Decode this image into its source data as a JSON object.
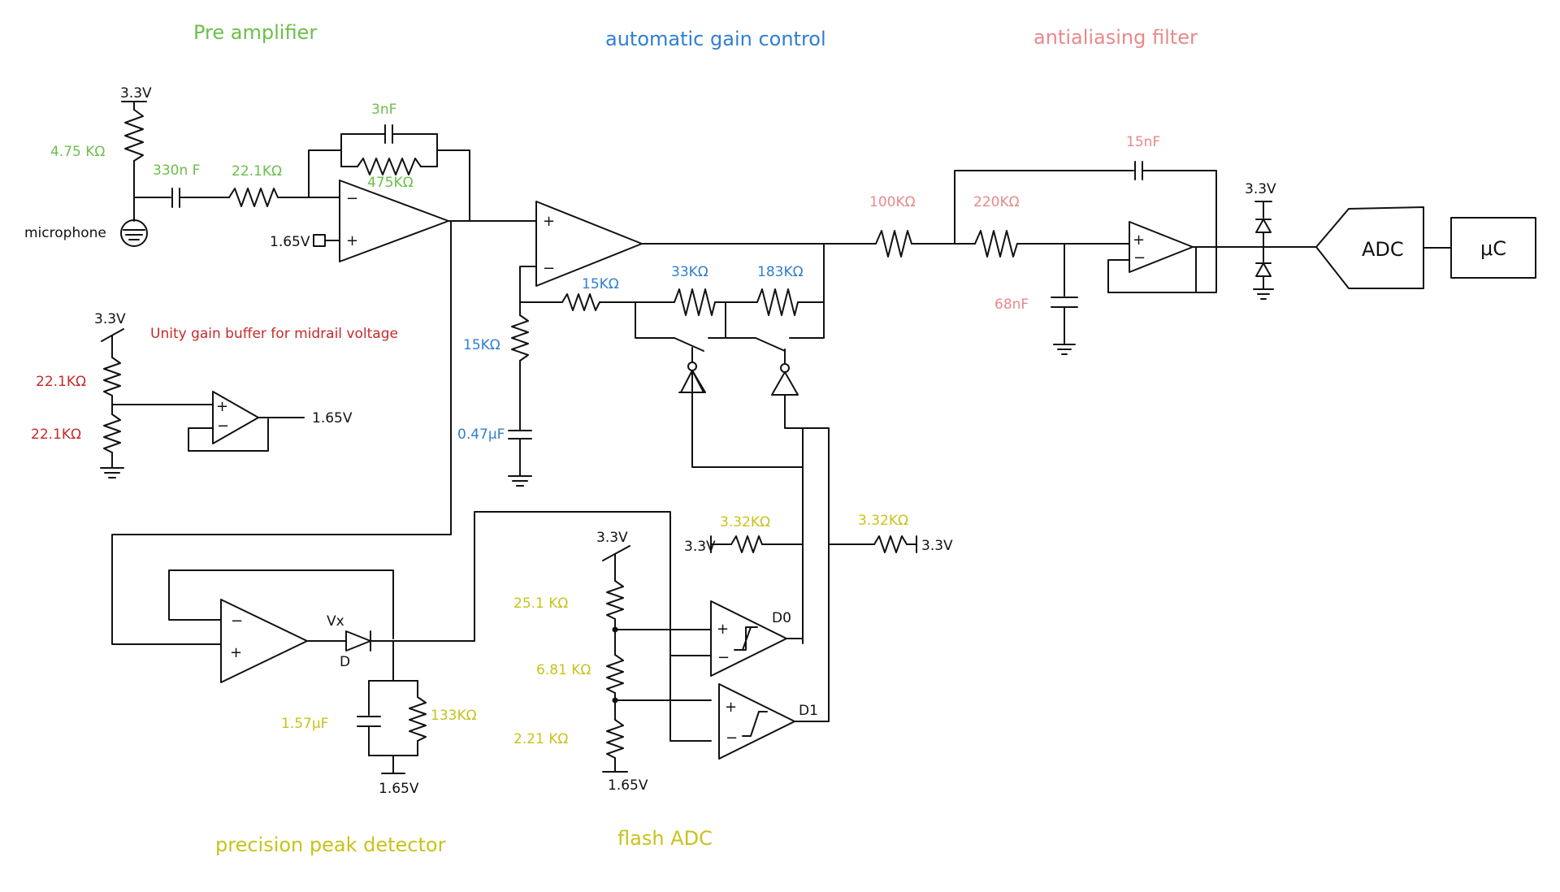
{
  "colors": {
    "ink": "#111111",
    "preamp": "#6bbf4a",
    "agc": "#2f7fd0",
    "aaf": "#e8898a",
    "buffer": "#c62a2a",
    "peak_flash": "#c9c21a"
  },
  "sections": {
    "preamp": "Pre amplifier",
    "agc": "automatic gain control",
    "aaf": "antialiasing filter",
    "buffer": "Unity gain buffer for midrail voltage",
    "peak": "precision peak detector",
    "flash": "flash ADC"
  },
  "preamp": {
    "supply": "3.3V",
    "r_bias": "4.75 KΩ",
    "c_in": "330n F",
    "r_in": "22.1KΩ",
    "c_fb": "3nF",
    "r_fb": "475KΩ",
    "mic": "microphone",
    "ref": "1.65V",
    "minus": "−",
    "plus": "+"
  },
  "buffer": {
    "supply": "3.3V",
    "r_top": "22.1KΩ",
    "r_bot": "22.1KΩ",
    "out": "1.65V",
    "plus": "+",
    "minus": "−"
  },
  "agc": {
    "r_gnd": "15KΩ",
    "c_gnd": "0.47μF",
    "r1": "15KΩ",
    "r2": "33KΩ",
    "r3": "183KΩ",
    "plus": "+",
    "minus": "−"
  },
  "aaf": {
    "r1": "100KΩ",
    "r2": "220KΩ",
    "c_fb": "15nF",
    "c_gnd": "68nF",
    "plus": "+",
    "minus": "−"
  },
  "clamp": {
    "supply": "3.3V"
  },
  "blocks": {
    "adc": "ADC",
    "mcu": "μC"
  },
  "peak": {
    "vx": "Vx",
    "diode": "D",
    "cap": "1.57μF",
    "res": "133KΩ",
    "ref": "1.65V",
    "minus": "−",
    "plus": "+"
  },
  "flash": {
    "supply": "3.3V",
    "r_top": "25.1 KΩ",
    "r_mid": "6.81 KΩ",
    "r_bot": "2.21 KΩ",
    "ref": "1.65V",
    "pullup1": "3.32KΩ",
    "pullup1_supply": "3.3V",
    "pullup2": "3.32KΩ",
    "pullup2_supply": "3.3V",
    "d0": "D0",
    "d1": "D1",
    "plus": "+",
    "minus": "−"
  }
}
